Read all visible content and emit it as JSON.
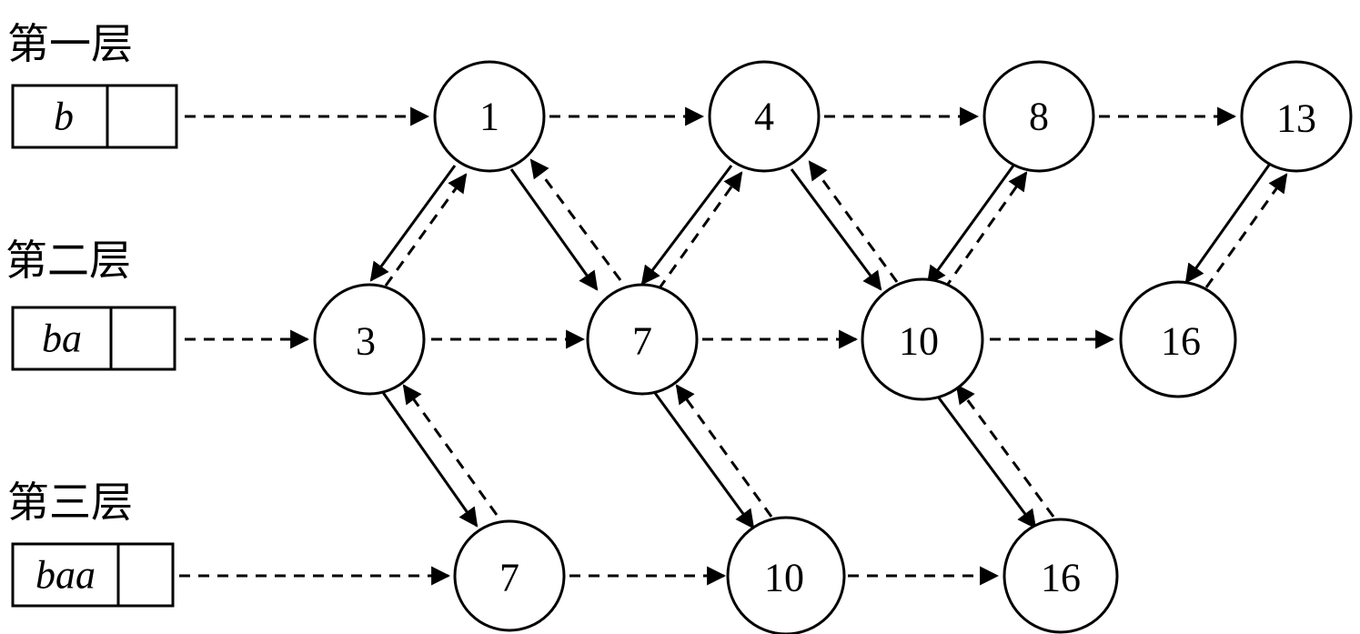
{
  "layers": [
    {
      "label": "第一层",
      "key": "b"
    },
    {
      "label": "第二层",
      "key": "ba"
    },
    {
      "label": "第三层",
      "key": "baa"
    }
  ],
  "nodes": {
    "layer1": [
      "1",
      "4",
      "8",
      "13"
    ],
    "layer2": [
      "3",
      "7",
      "10",
      "16"
    ],
    "layer3": [
      "7",
      "10",
      "16"
    ]
  },
  "colors": {
    "stroke": "#000000",
    "background": "#ffffff"
  }
}
